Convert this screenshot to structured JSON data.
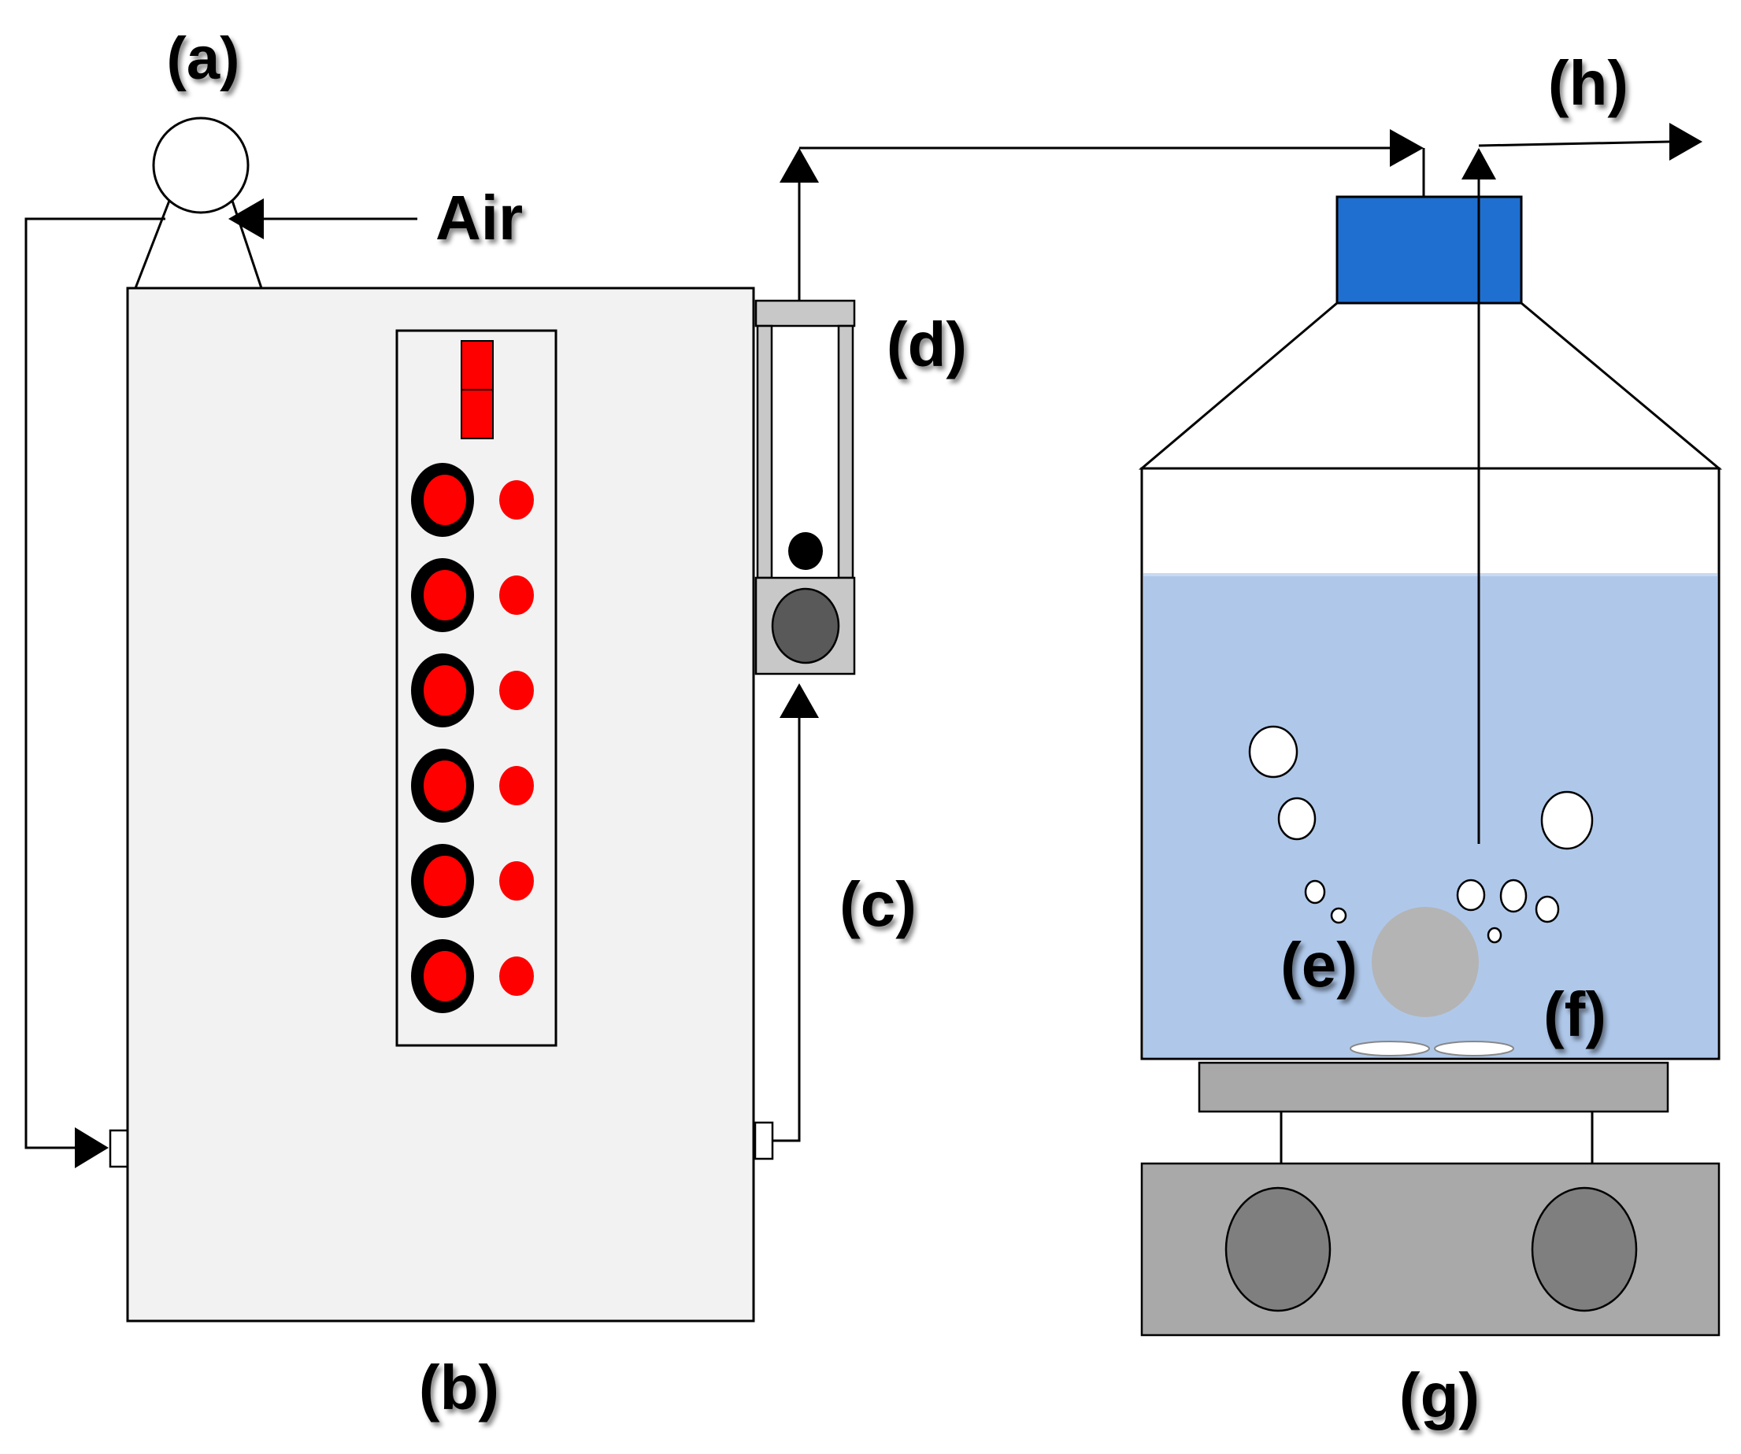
{
  "labels": {
    "a": "(a)",
    "air": "Air",
    "b": "(b)",
    "c": "(c)",
    "d": "(d)",
    "e": "(e)",
    "f": "(f)",
    "g": "(g)",
    "h": "(h)"
  },
  "colors": {
    "line": "#000000",
    "cabinet": "#f2f2f2",
    "panel_red": "#ff0000",
    "flowmeter_gray": "#c8c8c8",
    "flowmeter_knob": "#595959",
    "cap_blue": "#1f6fd0",
    "liquid": "#afc8ea",
    "bubble": "#ffffff",
    "sparger": "#b4b4b4",
    "stirrer_plate": "#a9a9a9",
    "stirrer_knob": "#7f7f7f"
  },
  "panel": {
    "knob_rows": 6
  }
}
